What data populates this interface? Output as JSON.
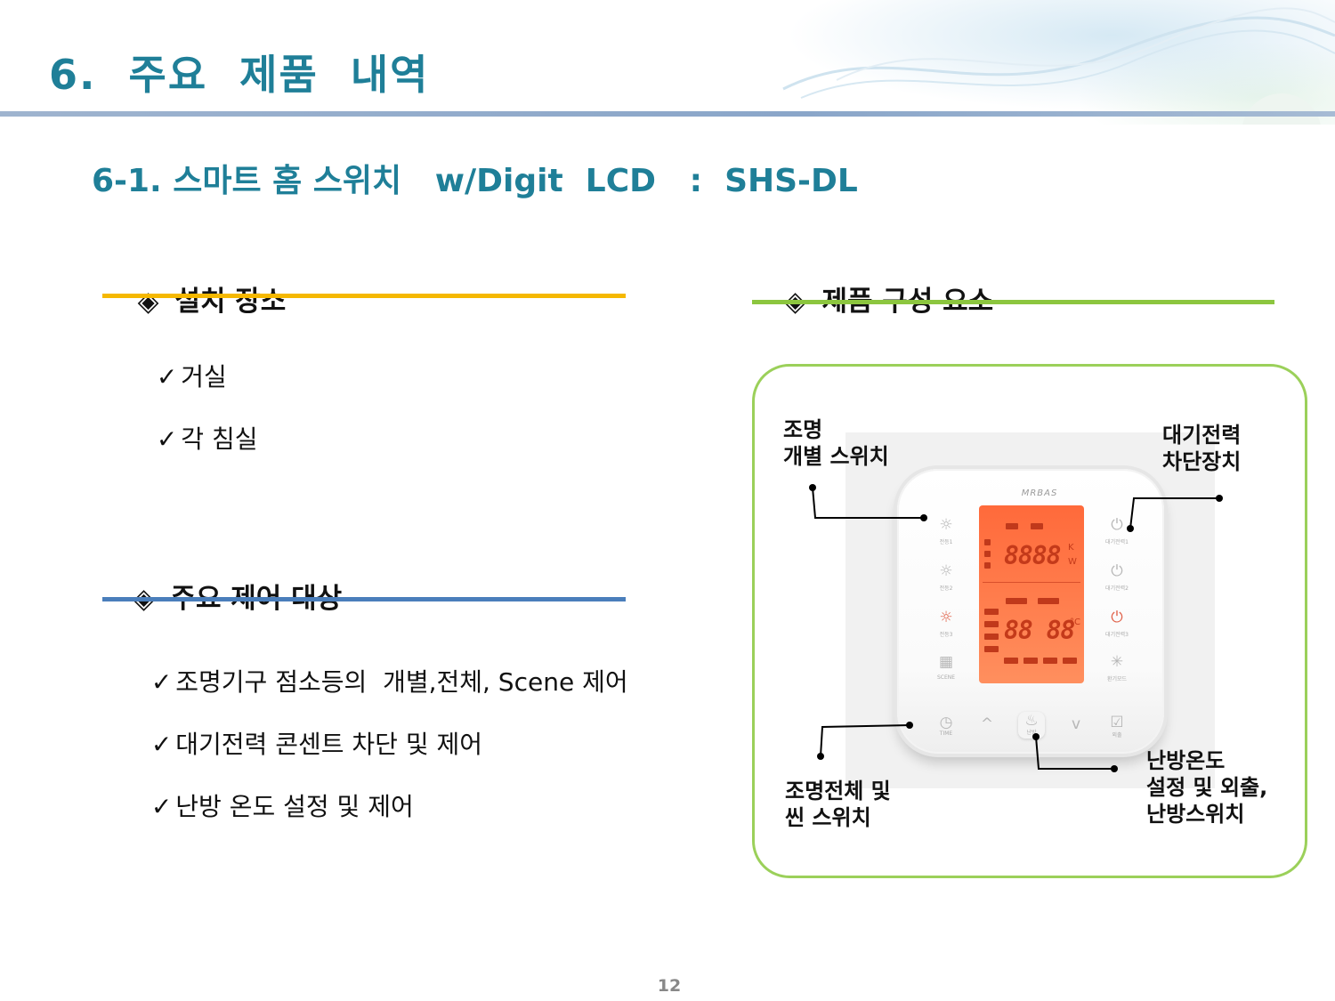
{
  "header": {
    "title": "6.  주요  제품  내역"
  },
  "subtitle": "6-1. 스마트 홈 스위치   w/Digit  LCD   :  SHS-DL",
  "left": {
    "install": {
      "heading": "설치 장소",
      "bar_color": "#f5b800",
      "items": [
        "거실",
        "각 침실"
      ]
    },
    "control": {
      "heading": "주요 제어 대상",
      "bar_color": "#4a7ebb",
      "items": [
        "조명기구 점소등의  개별,전체, Scene 제어",
        "대기전력 콘센트 차단 및 제어",
        "난방 온도 설정 및 제어"
      ]
    }
  },
  "right": {
    "components": {
      "heading": "제품 구성 요소",
      "bar_color": "#8cc63f"
    },
    "callouts": {
      "light_individual": "조명\n개별 스위치",
      "standby_cutoff": "대기전력\n차단장치",
      "light_all_scene": "조명전체 및\n씬 스위치",
      "heating": "난방온도\n설정 및 외출,\n난방스위치"
    },
    "device": {
      "brand": "MRBAS",
      "display": {
        "power_digits": "8888",
        "power_units": [
          "K",
          "W"
        ],
        "temp_digits": "88 88",
        "temp_unit": "°C"
      },
      "left_buttons": [
        "전등1",
        "전등2",
        "전등3",
        "SCENE"
      ],
      "right_buttons": [
        "대기전력1",
        "대기전력2",
        "대기전력3",
        "환기모드"
      ],
      "bottom_buttons": [
        "TIME",
        "^",
        "난방",
        "v",
        "외출"
      ]
    }
  },
  "footer": {
    "page_number": "12"
  },
  "icons": {
    "diamond": "◈",
    "check": "✓"
  }
}
